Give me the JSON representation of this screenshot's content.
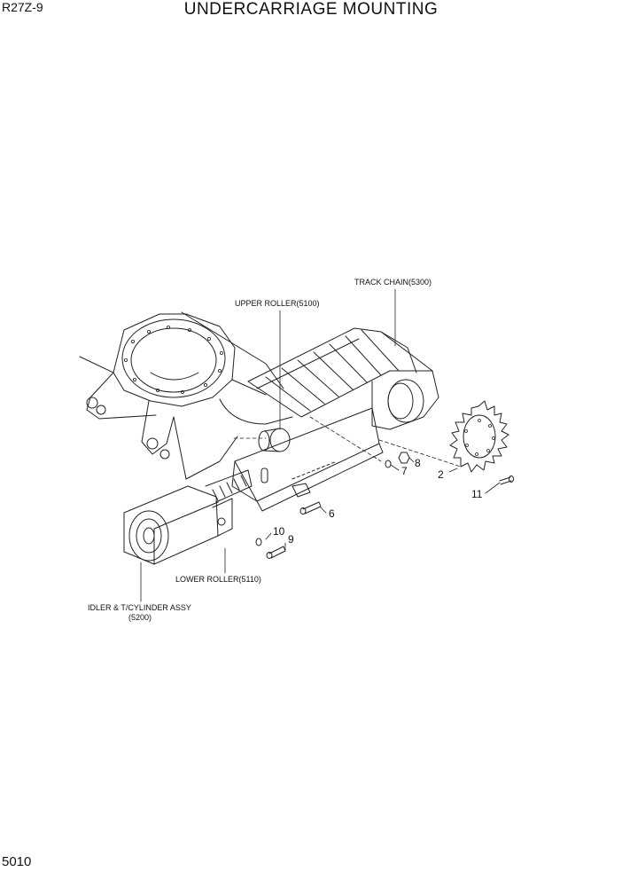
{
  "header": {
    "model": "R27Z-9",
    "title": "UNDERCARRIAGE MOUNTING"
  },
  "footer": {
    "page_number": "5010"
  },
  "callouts": {
    "track_chain": "TRACK CHAIN(5300)",
    "upper_roller": "UPPER ROLLER(5100)",
    "lower_roller": "LOWER ROLLER(5110)",
    "idler_line1": "IDLER & T/CYLINDER ASSY",
    "idler_line2": "(5200)",
    "n2": "2",
    "n6": "6",
    "n7": "7",
    "n8": "8",
    "n9": "9",
    "n10": "10",
    "n11": "11"
  }
}
